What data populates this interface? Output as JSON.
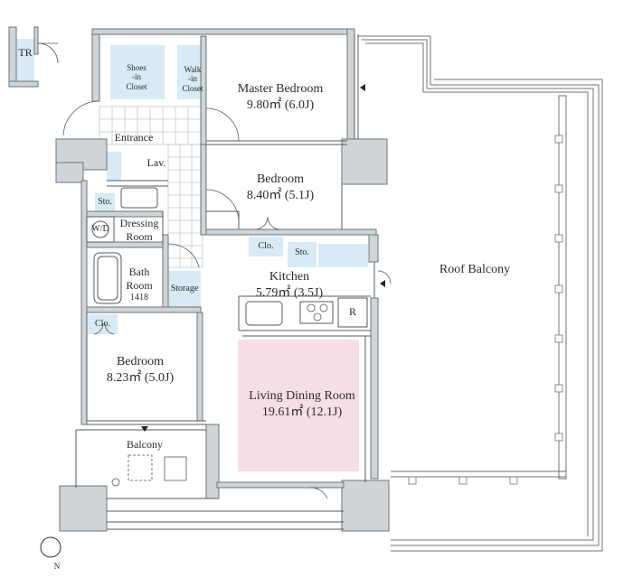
{
  "rooms": {
    "tr": {
      "name": "TR"
    },
    "shoes": {
      "line1": "Shoes",
      "line2": "-in",
      "line3": "Closet"
    },
    "walk": {
      "line1": "Walk",
      "line2": "-in",
      "line3": "Closet"
    },
    "master": {
      "name": "Master Bedroom",
      "area": "9.80㎡ (6.0J)"
    },
    "entrance": {
      "name": "Entrance"
    },
    "lav": {
      "name": "Lav."
    },
    "bedroom2": {
      "name": "Bedroom",
      "area": "8.40㎡ (5.1J)"
    },
    "sto1": {
      "name": "Sto."
    },
    "wd": {
      "name": "W/D"
    },
    "dressing": {
      "line1": "Dressing",
      "line2": "Room"
    },
    "clo1": {
      "name": "Clo."
    },
    "sto2": {
      "name": "Sto."
    },
    "kitchen": {
      "name": "Kitchen",
      "area": "5.79㎡ (3.5J)"
    },
    "refrigerator": {
      "name": "R"
    },
    "bath": {
      "line1": "Bath",
      "line2": "Room",
      "line3": "1418"
    },
    "storage": {
      "name": "Storage"
    },
    "clo2": {
      "name": "Clo."
    },
    "bedroom3": {
      "name": "Bedroom",
      "area": "8.23㎡ (5.0J)"
    },
    "ldk": {
      "name": "Living Dining Room",
      "area": "19.61㎡ (12.1J)"
    },
    "balcony": {
      "name": "Balcony"
    },
    "roof": {
      "name": "Roof Balcony"
    }
  },
  "compass": {
    "north": "N"
  },
  "colors": {
    "wall": "#cfd4d8",
    "wall_stroke": "#6e7378",
    "line": "#555a5f",
    "closet_fill": "#d7eaf5",
    "ldk_fill": "#f7dde8",
    "tile": "#bfc4c8"
  }
}
